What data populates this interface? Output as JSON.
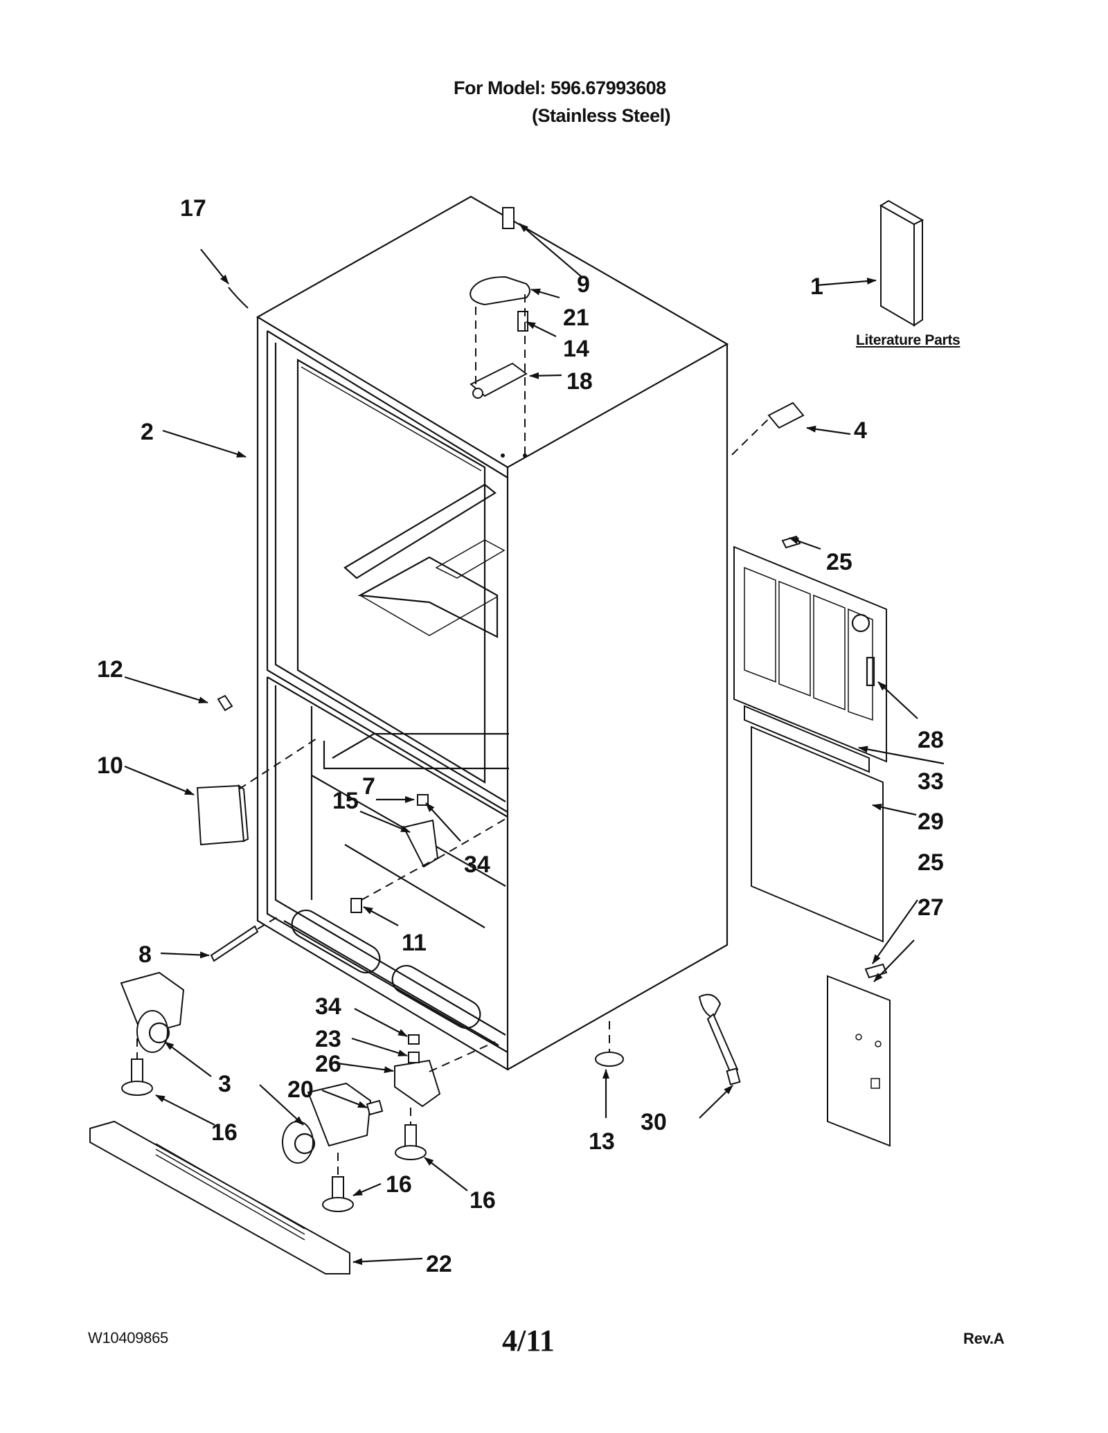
{
  "header": {
    "model_line": "For Model: 596.67993608",
    "finish_line": "(Stainless Steel)"
  },
  "literature_label": "Literature Parts",
  "footer": {
    "doc_number": "W10409865",
    "page": "4/11",
    "revision": "Rev.A"
  },
  "callouts": {
    "c1": "1",
    "c2": "2",
    "c3": "3",
    "c4": "4",
    "c7": "7",
    "c8": "8",
    "c9": "9",
    "c10": "10",
    "c11": "11",
    "c12": "12",
    "c13": "13",
    "c14": "14",
    "c15": "15",
    "c16a": "16",
    "c16b": "16",
    "c16c": "16",
    "c17": "17",
    "c18": "18",
    "c20": "20",
    "c21": "21",
    "c22": "22",
    "c23": "23",
    "c25a": "25",
    "c25b": "25",
    "c26": "26",
    "c27": "27",
    "c28": "28",
    "c29": "29",
    "c30": "30",
    "c33": "33",
    "c34a": "34",
    "c34b": "34"
  }
}
